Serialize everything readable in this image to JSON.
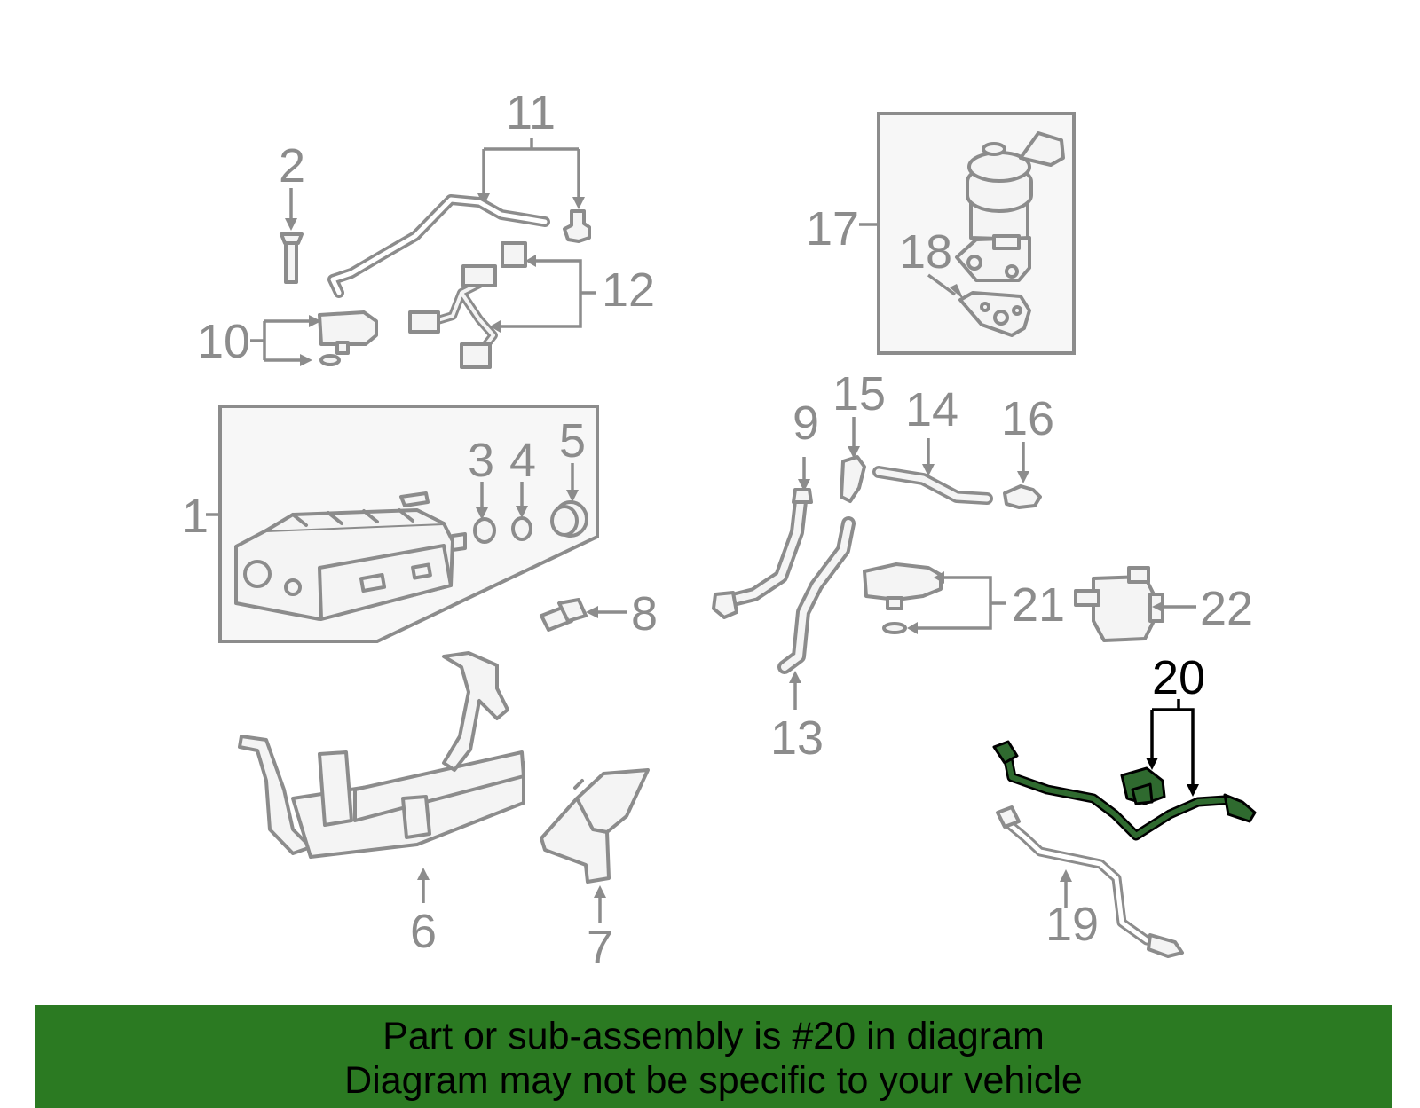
{
  "banner": {
    "line1": "Part or sub-assembly is #20 in diagram",
    "line2": "Diagram may not be specific to your vehicle",
    "background_color": "#2b7a22"
  },
  "diagram": {
    "highlight_color": "#2f6a2f",
    "part_color": "#8c8c8c",
    "labels": {
      "p1": "1",
      "p2": "2",
      "p3": "3",
      "p4": "4",
      "p5": "5",
      "p6": "6",
      "p7": "7",
      "p8": "8",
      "p9": "9",
      "p10": "10",
      "p11": "11",
      "p12": "12",
      "p13": "13",
      "p14": "14",
      "p15": "15",
      "p16": "16",
      "p17": "17",
      "p18": "18",
      "p19": "19",
      "p20": "20",
      "p21": "21",
      "p22": "22"
    }
  }
}
